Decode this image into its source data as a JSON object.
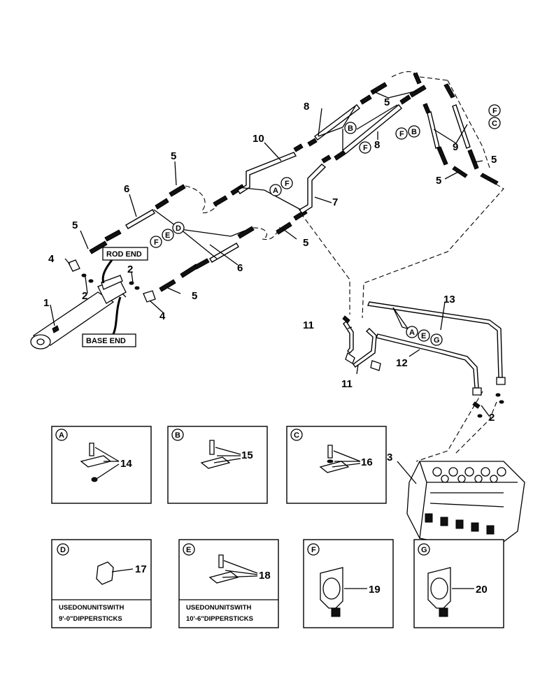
{
  "callouts": {
    "n1": "1",
    "n2": "2",
    "n3": "3",
    "n4": "4",
    "n5": "5",
    "n6": "6",
    "n7": "7",
    "n8": "8",
    "n9": "9",
    "n10": "10",
    "n11": "11",
    "n12": "12",
    "n13": "13",
    "n14": "14",
    "n15": "15",
    "n16": "16",
    "n17": "17",
    "n18": "18",
    "n19": "19",
    "n20": "20"
  },
  "letters": {
    "A": "A",
    "B": "B",
    "C": "C",
    "D": "D",
    "E": "E",
    "F": "F",
    "G": "G"
  },
  "labels": {
    "rod_end": "ROD END",
    "base_end": "BASE END"
  },
  "notes": {
    "d_line1": "USEDONUNITSWITH",
    "d_line2": "9'-0\"DIPPERSTICKS",
    "e_line1": "USEDONUNITSWITH",
    "e_line2": "10'-6\"DIPPERSTICKS"
  }
}
